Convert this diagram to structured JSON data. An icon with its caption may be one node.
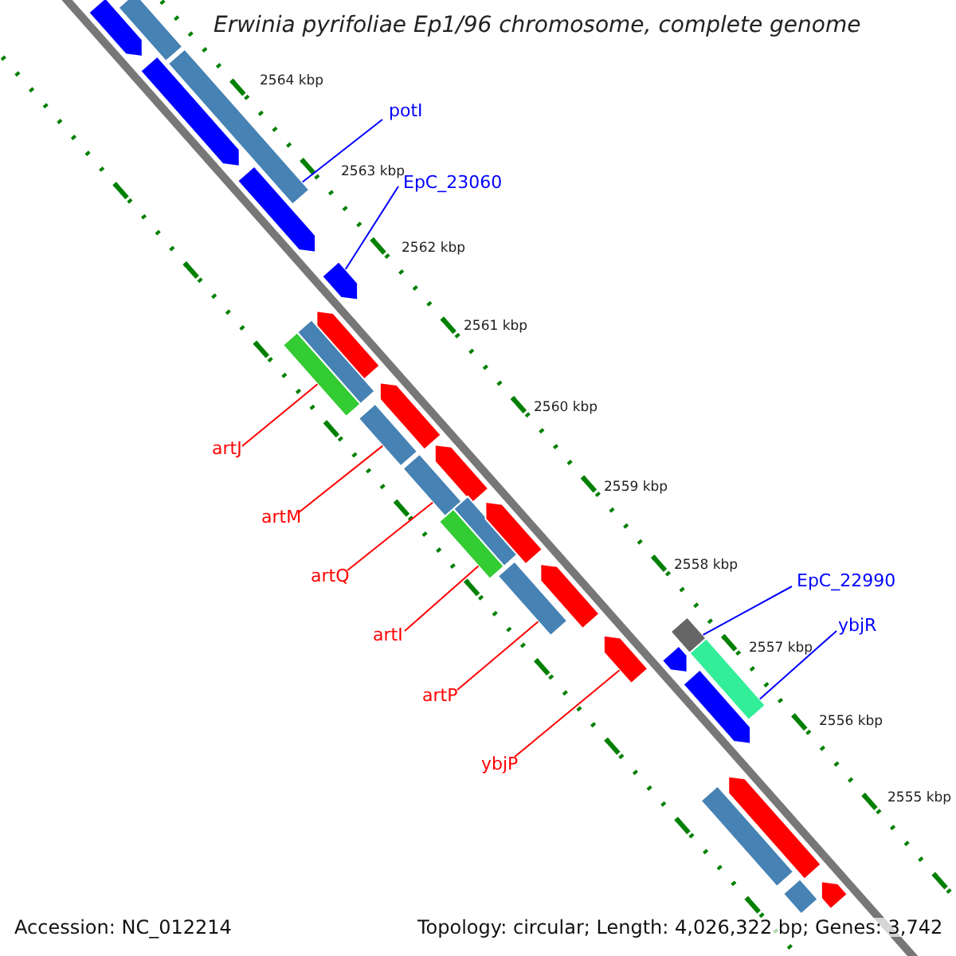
{
  "diagram": {
    "title": "Erwinia pyrifoliae Ep1/96 chromosome, complete genome",
    "nodes": [
      {
        "text": [
          "potI"
        ]
      },
      {
        "text": [
          "EpC_23060"
        ]
      },
      {
        "text": [
          "artJ"
        ]
      },
      {
        "text": [
          "artM"
        ]
      },
      {
        "text": [
          "artQ"
        ]
      },
      {
        "text": [
          "artI"
        ]
      },
      {
        "text": [
          "artP"
        ]
      },
      {
        "text": [
          "ybjP"
        ]
      },
      {
        "text": [
          "EpC_22990"
        ]
      },
      {
        "text": [
          "ybjR"
        ]
      },
      {
        "text": [],
        "shape": "pentagon"
      },
      {
        "text": [],
        "shape": "bar"
      },
      {
        "text": [],
        "shape": "pentagon"
      },
      {
        "text": [],
        "shape": "bar"
      },
      {
        "text": [],
        "shape": "pentagon"
      },
      {
        "text": [],
        "shape": "pentagon"
      },
      {
        "text": [],
        "shape": "pentagon"
      },
      {
        "text": [],
        "shape": "bar"
      },
      {
        "text": [],
        "shape": "bar"
      },
      {
        "text": [],
        "shape": "pentagon"
      },
      {
        "text": [],
        "shape": "bar"
      },
      {
        "text": [],
        "shape": "bar"
      },
      {
        "text": [],
        "shape": "pentagon"
      },
      {
        "text": [],
        "shape": "bar"
      },
      {
        "text": [],
        "shape": "bar"
      },
      {
        "text": [],
        "shape": "pentagon"
      },
      {
        "text": [],
        "shape": "bar"
      },
      {
        "text": [],
        "shape": "pentagon"
      },
      {
        "text": [],
        "shape": "pentagon"
      },
      {
        "text": [],
        "shape": "bar"
      },
      {
        "text": [],
        "shape": "pentagon"
      },
      {
        "text": [],
        "shape": "bar"
      },
      {
        "text": [],
        "shape": "pentagon"
      },
      {
        "text": [],
        "shape": "bar"
      },
      {
        "text": [],
        "shape": "pentagon"
      },
      {
        "text": [],
        "shape": "bar"
      },
      {
        "text": [],
        "shape": "pentagon"
      }
    ],
    "edges": [
      {
        "from": 0,
        "to": 13,
        "arrow": "none",
        "color": "#0000ff"
      },
      {
        "from": 1,
        "to": 15,
        "arrow": "none",
        "color": "#0000ff"
      },
      {
        "from": 2,
        "to": 18,
        "arrow": "none"
      },
      {
        "from": 3,
        "to": 20,
        "arrow": "none"
      },
      {
        "from": 4,
        "to": 21,
        "arrow": "none"
      },
      {
        "from": 5,
        "to": 24,
        "arrow": "none"
      },
      {
        "from": 6,
        "to": 26,
        "arrow": "none"
      },
      {
        "from": 7,
        "to": 28,
        "arrow": "none"
      },
      {
        "from": 8,
        "to": 29,
        "arrow": "none",
        "color": "#0000ff"
      },
      {
        "from": 9,
        "to": 31,
        "arrow": "none",
        "color": "#0000ff"
      }
    ],
    "labels": [
      "2564 kbp",
      "2563 kbp",
      "2562 kbp",
      "2561 kbp",
      "2560 kbp",
      "2559 kbp",
      "2558 kbp",
      "2557 kbp",
      "2556 kbp",
      "2555 kbp",
      "Accession: NC_012214",
      "Topology: circular; Length: 4,026,322 bp; Genes: 3,742"
    ]
  }
}
